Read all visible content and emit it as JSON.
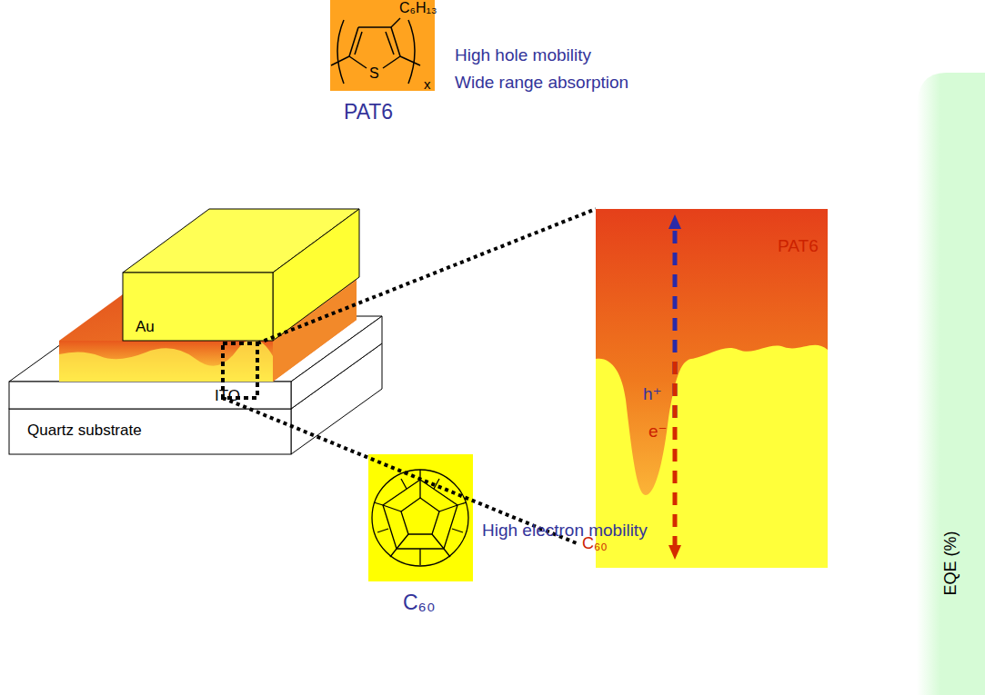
{
  "diagram": {
    "nodes": [
      {
        "text": [
          "C₆H₁₃",
          "S",
          "x",
          "PAT6"
        ]
      },
      {
        "text": [
          "Au"
        ]
      },
      {
        "text": [
          "ITO"
        ]
      },
      {
        "text": [
          "Quartz substrate"
        ]
      },
      {
        "text": [
          "PAT6",
          "h⁺",
          "e⁻",
          "C₆₀"
        ]
      },
      {
        "text": [
          "C₆₀"
        ]
      },
      {
        "text": [
          "EQE (%)"
        ]
      }
    ],
    "labels": [
      "High hole mobility",
      "Wide range absorption",
      "High electron mobility"
    ]
  }
}
